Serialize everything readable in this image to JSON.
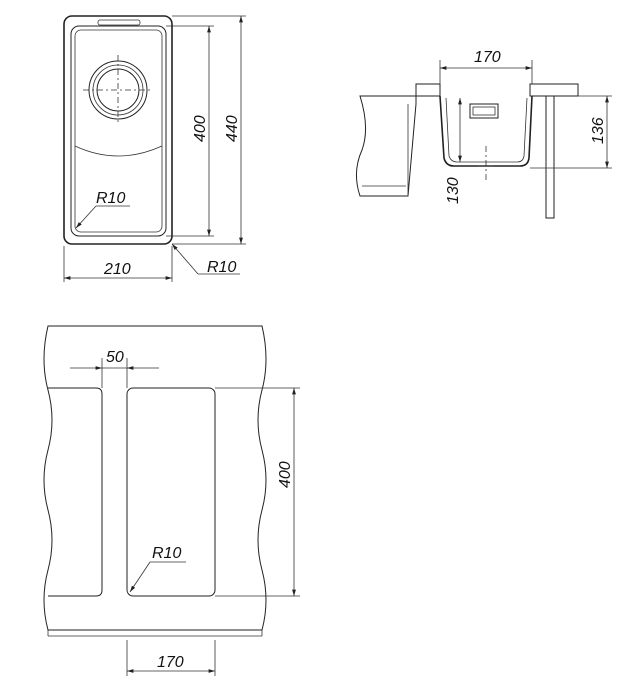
{
  "top_view": {
    "dim_width": "210",
    "dim_inner_height": "400",
    "dim_outer_height": "440",
    "radius_inner": "R10",
    "radius_outer": "R10"
  },
  "section_view": {
    "dim_width": "170",
    "dim_depth_total": "136",
    "dim_depth_inner": "130"
  },
  "cutout_view": {
    "dim_gap": "50",
    "dim_height": "400",
    "dim_width": "170",
    "radius": "R10"
  }
}
